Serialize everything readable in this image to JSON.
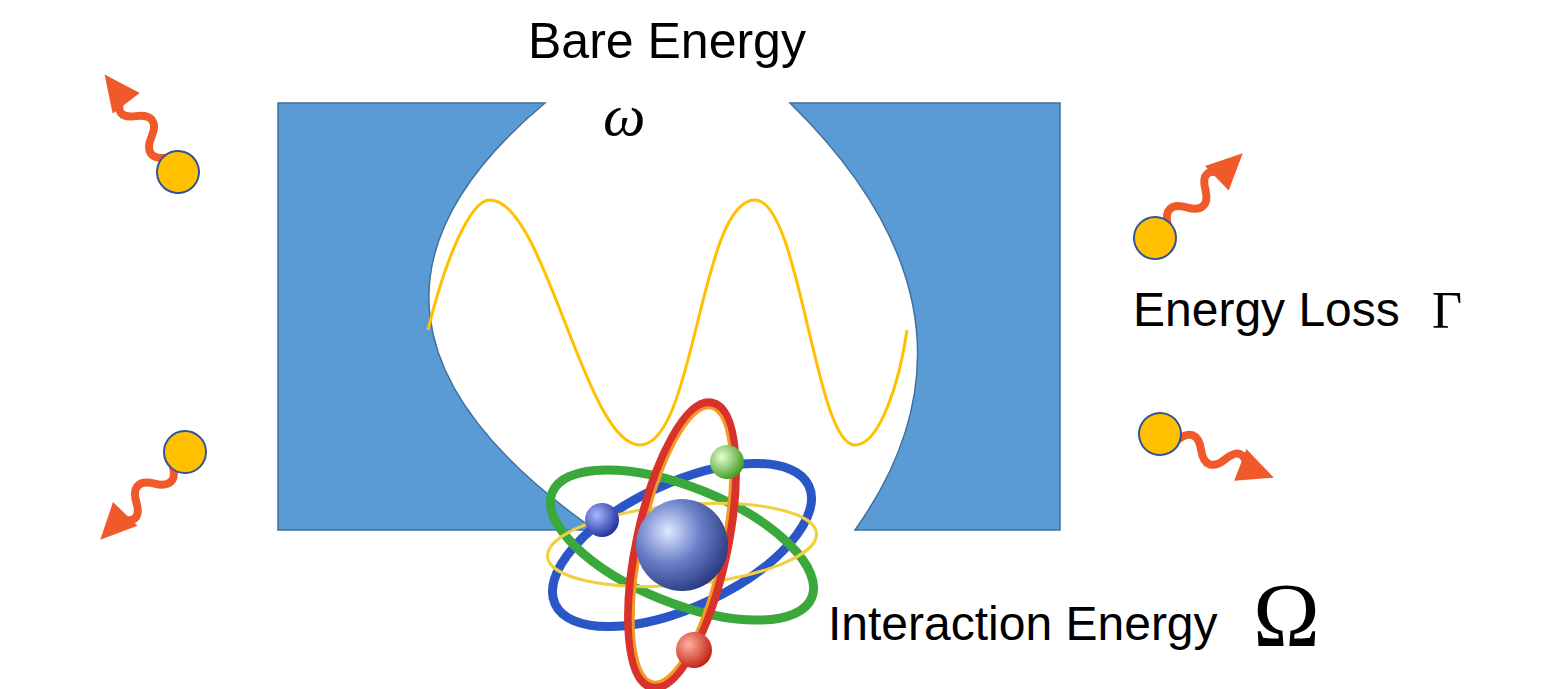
{
  "diagram": {
    "labels": [
      "Bare Energy",
      "ω",
      "Energy Loss",
      "Γ",
      "Interaction Energy",
      "Ω"
    ]
  }
}
